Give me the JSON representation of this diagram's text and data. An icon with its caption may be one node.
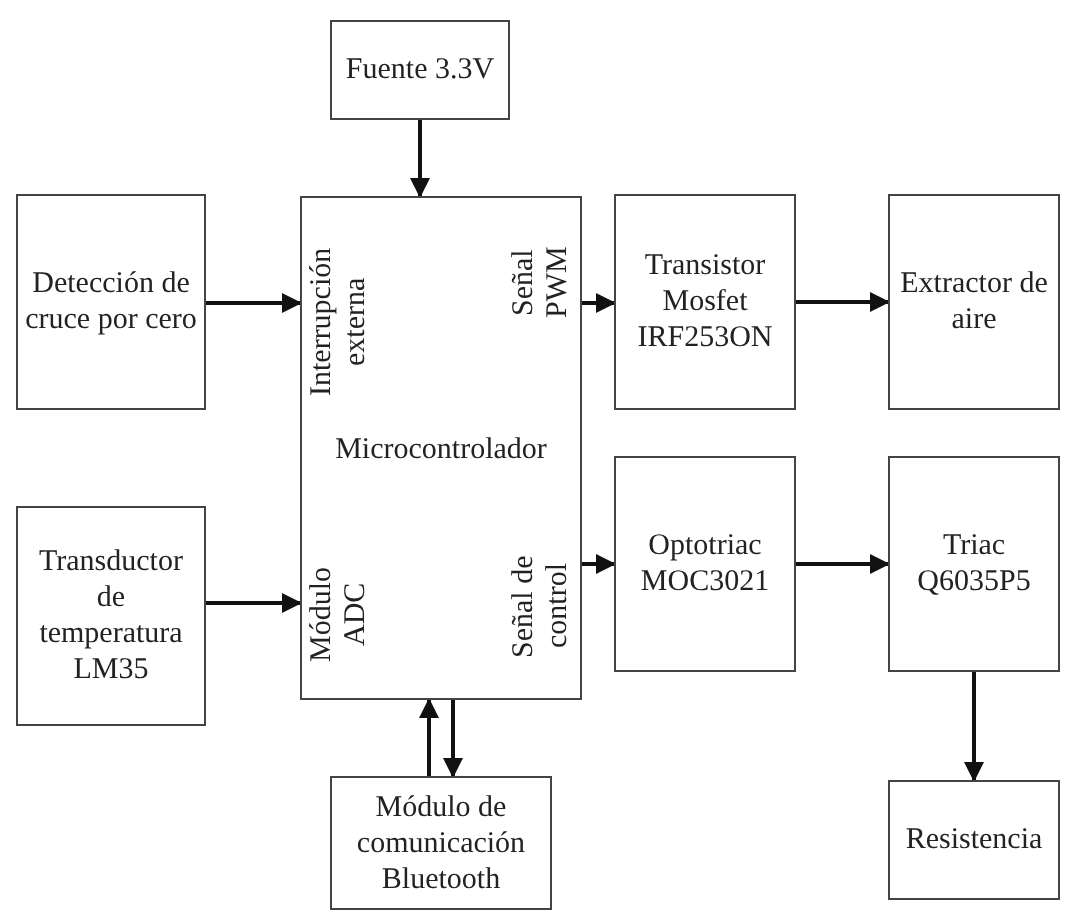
{
  "diagram": {
    "nodes": [
      {
        "text": [
          "Fuente 3.3V"
        ]
      },
      {
        "text": [
          "Detección de cruce por cero"
        ]
      },
      {
        "text": [
          "Interrupción externa",
          "Señal PWM",
          "Microcontrolador",
          "Módulo ADC",
          "Señal de control"
        ]
      },
      {
        "text": [
          "Transistor Mosfet IRF253ON"
        ]
      },
      {
        "text": [
          "Extractor de aire"
        ]
      },
      {
        "text": [
          "Transductor de temperatura LM35"
        ]
      },
      {
        "text": [
          "Optotriac MOC3021"
        ]
      },
      {
        "text": [
          "Triac Q6035P5"
        ]
      },
      {
        "text": [
          "Resistencia"
        ]
      },
      {
        "text": [
          "Módulo de comunicación Bluetooth"
        ]
      }
    ],
    "edges": [
      {
        "from": 0,
        "to": 2,
        "arrow": "to"
      },
      {
        "from": 1,
        "to": 2,
        "arrow": "to"
      },
      {
        "from": 2,
        "to": 3,
        "arrow": "to"
      },
      {
        "from": 3,
        "to": 4,
        "arrow": "to"
      },
      {
        "from": 5,
        "to": 2,
        "arrow": "to"
      },
      {
        "from": 2,
        "to": 6,
        "arrow": "to"
      },
      {
        "from": 6,
        "to": 7,
        "arrow": "to"
      },
      {
        "from": 7,
        "to": 8,
        "arrow": "to"
      },
      {
        "from": 9,
        "to": 2,
        "arrow": "to"
      },
      {
        "from": 2,
        "to": 9,
        "arrow": "to"
      }
    ]
  }
}
